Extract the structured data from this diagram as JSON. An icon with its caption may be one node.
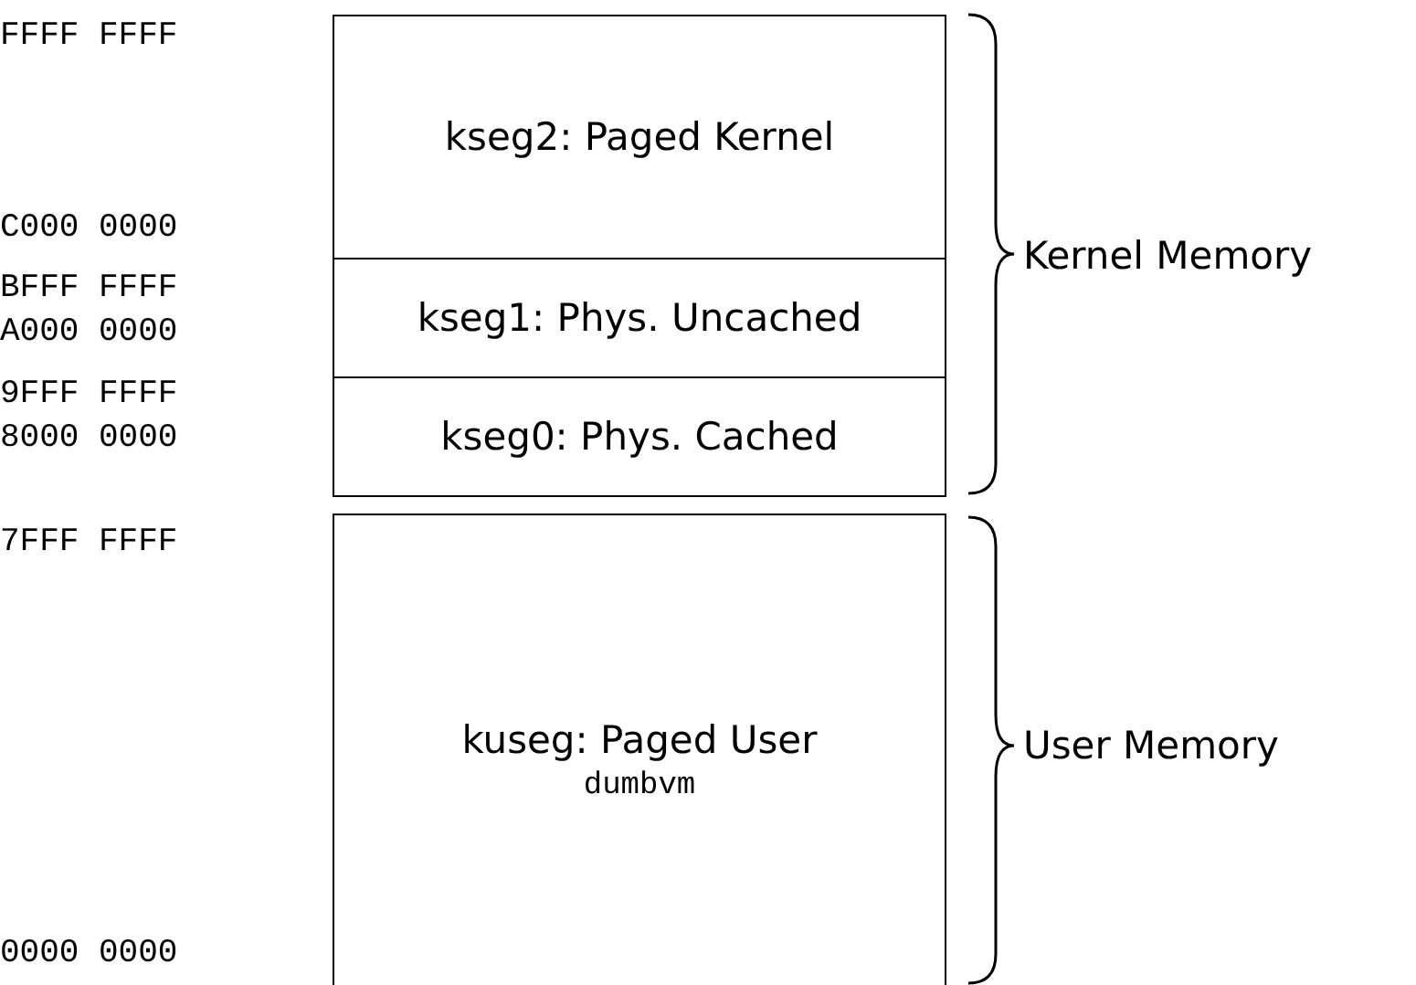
{
  "diagram": {
    "nodes": [
      {
        "text": [
          "kseg2: Paged Kernel"
        ]
      },
      {
        "text": [
          "kseg1: Phys. Uncached"
        ]
      },
      {
        "text": [
          "kseg0: Phys. Cached"
        ]
      },
      {
        "text": [
          "kuseg: Paged User",
          "dumbvm"
        ]
      }
    ],
    "edges": [],
    "labels": [
      "FFFF FFFF",
      "C000 0000",
      "BFFF FFFF",
      "A000 0000",
      "9FFF FFFF",
      "8000 0000",
      "7FFF FFFF",
      "0000 0000",
      "Kernel Memory",
      "User Memory"
    ]
  }
}
